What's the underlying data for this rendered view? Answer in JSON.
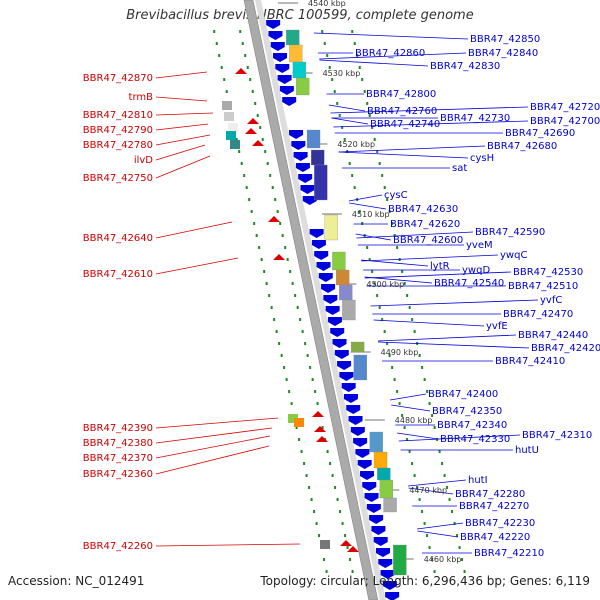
{
  "title": "Brevibacillus brevis NBRC 100599, complete genome",
  "accession": "Accession: NC_012491",
  "summary": "Topology: circular; Length: 6,296,436 bp; Genes: 6,119",
  "colors": {
    "forward": "#dd0000",
    "reverse": "#0000dd",
    "backbone": "#999999",
    "dots": "#228822"
  },
  "kbp_markers": [
    "4540 kbp",
    "4530 kbp",
    "4520 kbp",
    "4510 kbp",
    "4500 kbp",
    "4490 kbp",
    "4480 kbp",
    "4470 kbp",
    "4460 kbp"
  ],
  "left_labels": [
    "BBR47_42870",
    "trmB",
    "BBR47_42810",
    "BBR47_42790",
    "BBR47_42780",
    "ilvD",
    "BBR47_42750",
    "BBR47_42640",
    "BBR47_42610",
    "BBR47_42390",
    "BBR47_42380",
    "BBR47_42370",
    "BBR47_42360",
    "BBR47_42260"
  ],
  "right_labels": [
    "BBR47_42850",
    "BBR47_42860",
    "BBR47_42840",
    "BBR47_42830",
    "BBR47_42800",
    "BBR47_42720",
    "BBR47_42760",
    "BBR47_42730",
    "BBR47_42700",
    "BBR47_42740",
    "BBR47_42690",
    "BBR47_42680",
    "cysH",
    "sat",
    "cysC",
    "BBR47_42630",
    "BBR47_42620",
    "BBR47_42590",
    "BBR47_42600",
    "yveM",
    "ywqC",
    "lytR",
    "ywqD",
    "BBR47_42530",
    "BBR47_42540",
    "BBR47_42510",
    "yvfC",
    "yvfE",
    "BBR47_42470",
    "BBR47_42440",
    "BBR47_42420",
    "BBR47_42410",
    "BBR47_42400",
    "BBR47_42350",
    "BBR47_42340",
    "BBR47_42310",
    "BBR47_42330",
    "hutU",
    "hutI",
    "BBR47_42280",
    "BBR47_42270",
    "BBR47_42230",
    "BBR47_42220",
    "BBR47_42210"
  ]
}
